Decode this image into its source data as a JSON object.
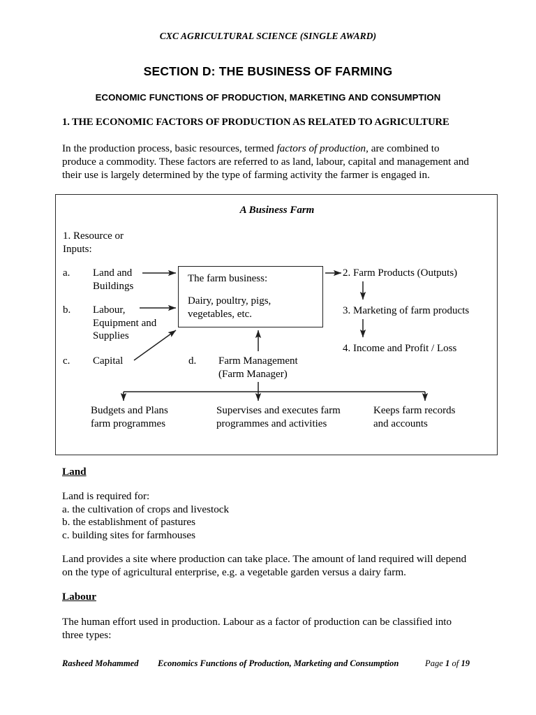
{
  "header": {
    "running_head": "CXC AGRICULTURAL SCIENCE (SINGLE AWARD)"
  },
  "titles": {
    "main": "SECTION D: THE BUSINESS OF FARMING",
    "sub": "ECONOMIC FUNCTIONS OF PRODUCTION, MARKETING AND CONSUMPTION",
    "section": "1. THE ECONOMIC FACTORS OF PRODUCTION AS RELATED TO AGRICULTURE"
  },
  "body": {
    "intro_1": "In the production process, basic resources, termed ",
    "intro_em": "factors of production",
    "intro_2": ", are combined to produce a commodity. These factors are referred to as land, labour, capital and management and their use is largely determined by the type of farming activity the farmer is engaged in."
  },
  "diagram": {
    "title": "A Business Farm",
    "resource_label": "1. Resource or\nInputs:",
    "item_a_marker": "a.",
    "item_a_label": "Land and\nBuildings",
    "item_b_marker": "b.",
    "item_b_label": "Labour,\nEquipment and\nSupplies",
    "item_c_marker": "c.",
    "item_c_label": "Capital",
    "item_d_marker": "d.",
    "item_d_label": "Farm Management\n(Farm Manager)",
    "farm_box_line1": "The farm business:",
    "farm_box_line2": "Dairy, poultry, pigs,\nvegetables, etc.",
    "output_1": "2. Farm Products (Outputs)",
    "output_2": "3. Marketing of farm products",
    "output_3": "4. Income and Profit / Loss",
    "branch_1": "Budgets and Plans\nfarm programmes",
    "branch_2": "Supervises and executes farm\nprogrammes and activities",
    "branch_3": "Keeps farm records\nand accounts",
    "line_color": "#1f1f1f",
    "border_color": "#2a2a2a"
  },
  "sections": {
    "land_heading": "Land",
    "land_list": "Land is required for:\na. the cultivation of crops and livestock\nb. the establishment of pastures\nc. building sites for farmhouses",
    "land_site": "Land provides a site where production can take place. The amount of land required will depend on the type of agricultural enterprise, e.g. a vegetable garden versus a dairy farm.",
    "labour_heading": "Labour",
    "labour_body": "The human effort used in production. Labour as a factor of production can be classified into three types:"
  },
  "footer": {
    "author": "Rasheed Mohammed",
    "title": "Economics Functions of Production, Marketing and Consumption",
    "page_word": "Page",
    "page_number": "1",
    "of_word": "of",
    "page_total": "19"
  }
}
